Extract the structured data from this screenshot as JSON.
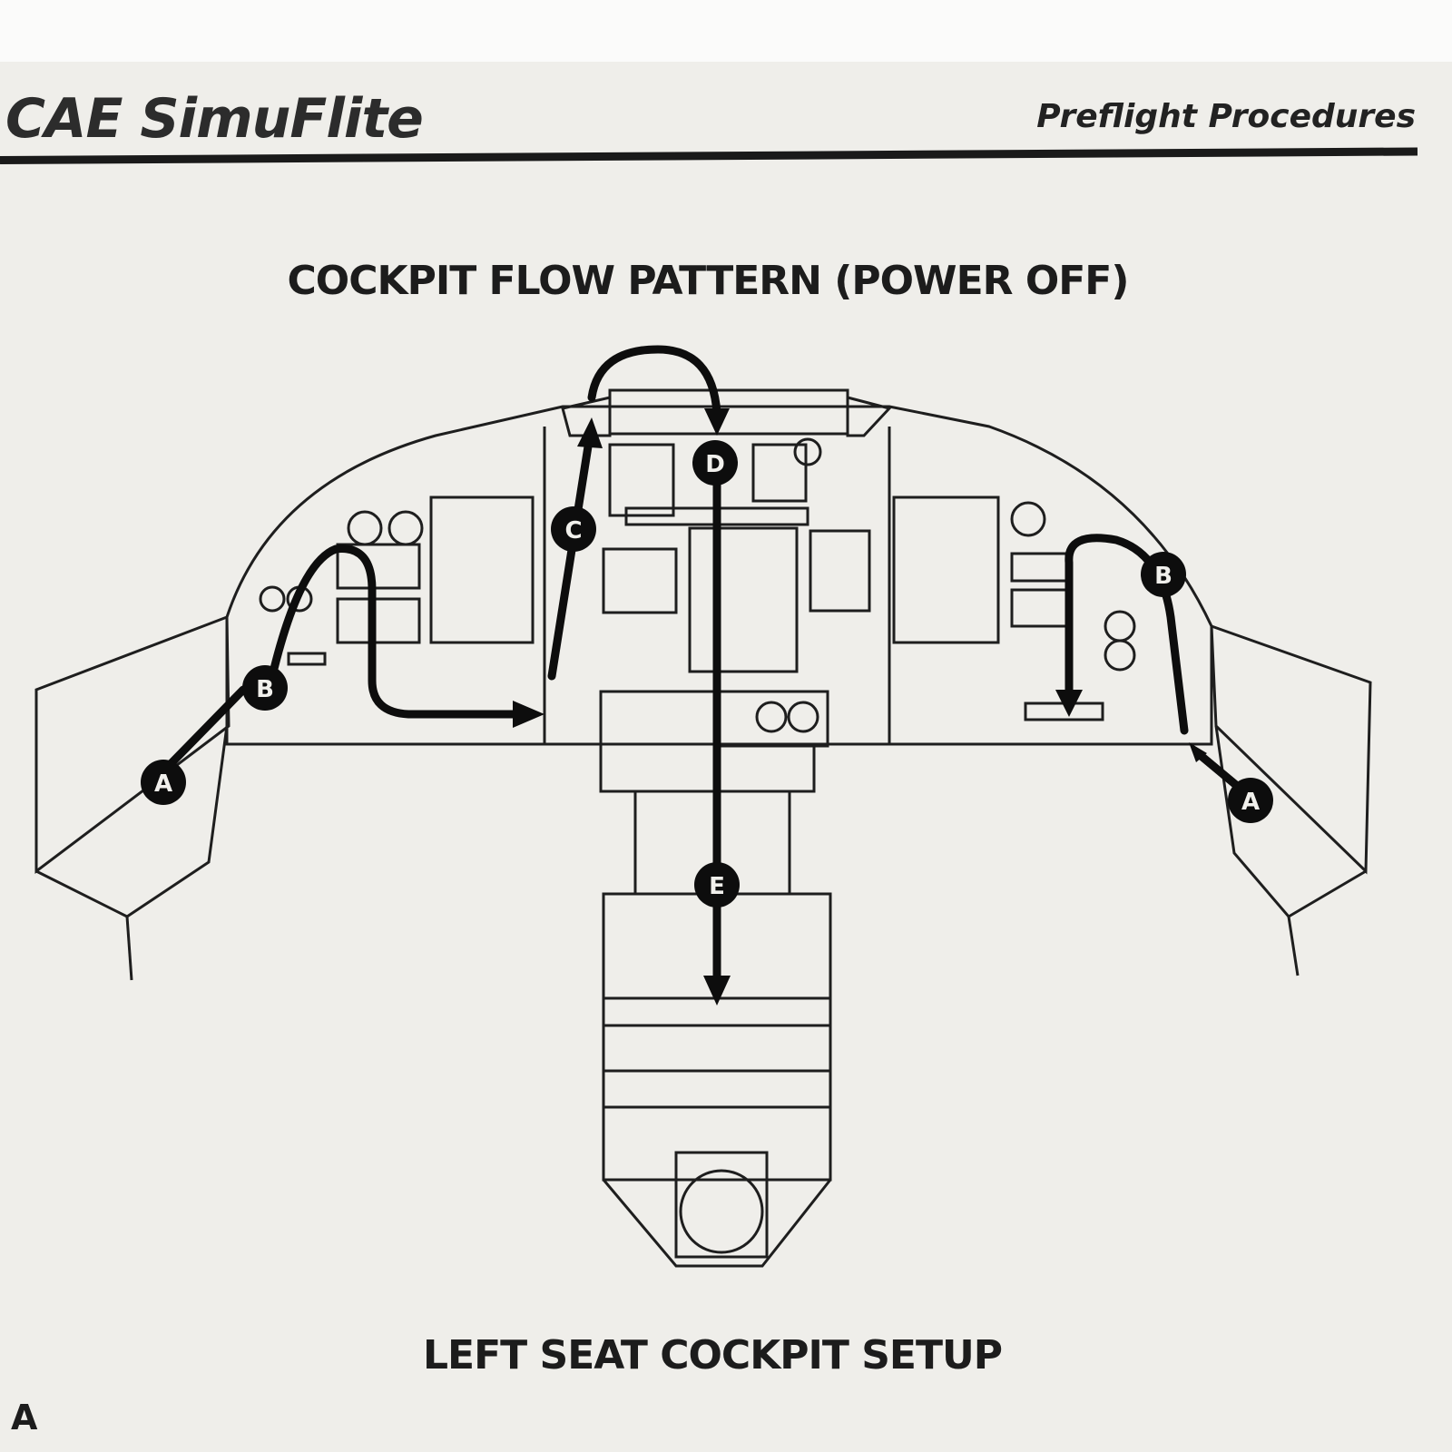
{
  "header": {
    "brand": "CAE SimuFlite",
    "section": "Preflight Procedures"
  },
  "diagram": {
    "title": "COCKPIT FLOW PATTERN (POWER OFF)",
    "caption": "LEFT SEAT COCKPIT SETUP",
    "markers": [
      "A",
      "B",
      "C",
      "D",
      "E"
    ]
  },
  "page_marker": "A"
}
